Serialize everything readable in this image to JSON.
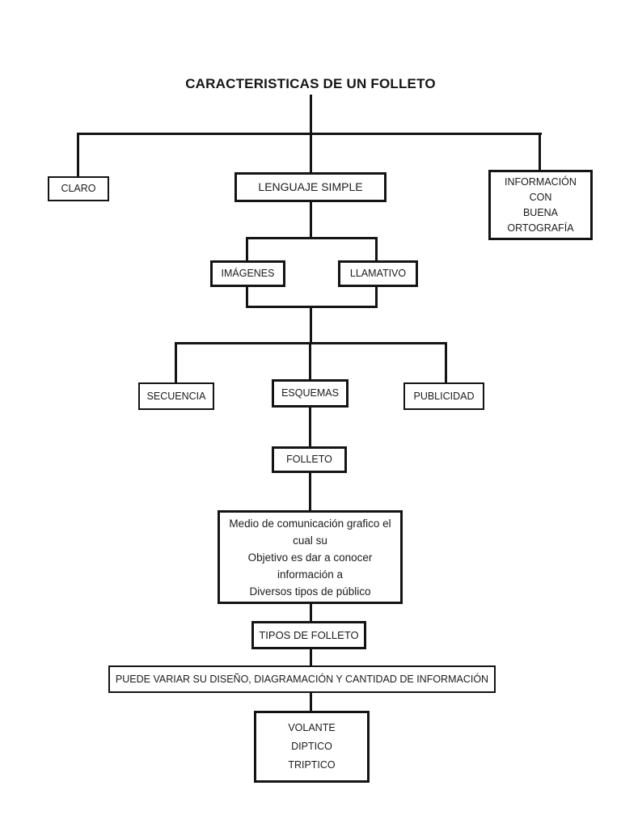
{
  "diagram": {
    "title": "CARACTERISTICAS DE UN FOLLETO",
    "nodes": {
      "claro": "CLARO",
      "lenguaje_simple": "LENGUAJE SIMPLE",
      "informacion": {
        "lines": [
          "INFORMACIÓN",
          "CON",
          "BUENA",
          "ORTOGRAFÍA"
        ]
      },
      "imagenes": "IMÁGENES",
      "llamativo": "LLAMATIVO",
      "secuencia": "SECUENCIA",
      "esquemas": "ESQUEMAS",
      "publicidad": "PUBLICIDAD",
      "folleto": "FOLLETO",
      "definicion": {
        "lines": [
          "Medio de comunicación grafico el",
          "cual su",
          "Objetivo es dar a conocer",
          "información a",
          "Diversos tipos de público"
        ]
      },
      "tipos_de_folleto": "TIPOS DE FOLLETO",
      "variacion": "PUEDE VARIAR SU DISEÑO, DIAGRAMACIÓN Y CANTIDAD DE INFORMACIÓN",
      "tipos_lista": {
        "lines": [
          "VOLANTE",
          "DIPTICO",
          "TRIPTICO"
        ]
      }
    },
    "colors": {
      "line": "#141414",
      "background": "#ffffff",
      "text": "#1b1b1b"
    }
  }
}
